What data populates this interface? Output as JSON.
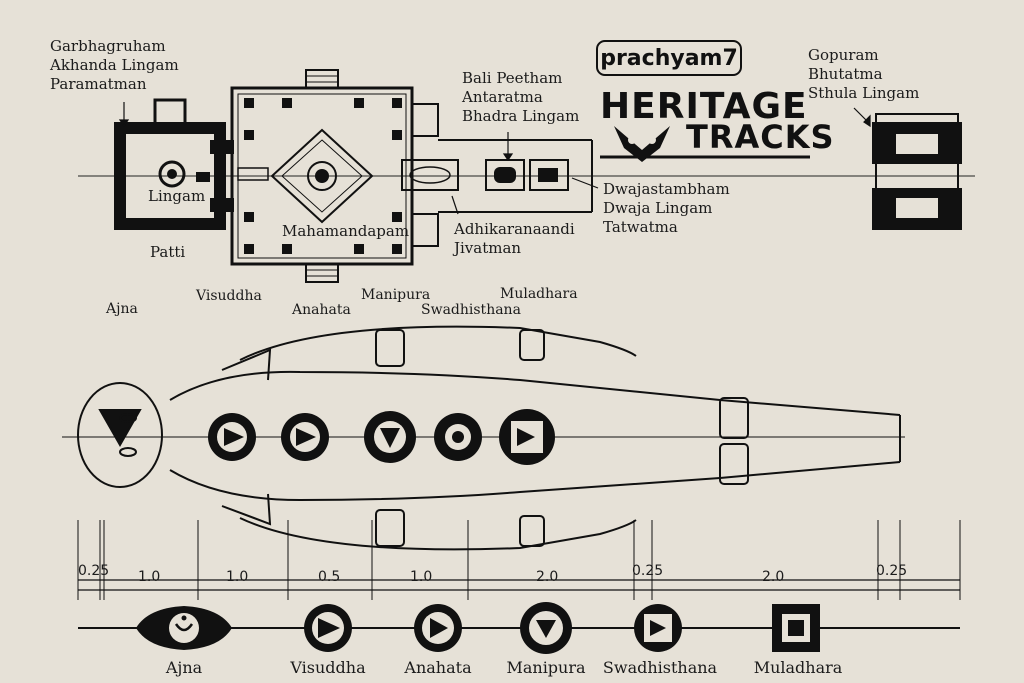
{
  "logo": {
    "handle": "prachyam7",
    "brand_line1": "HERITAGE",
    "brand_line2": "TRACKS"
  },
  "temple_labels": {
    "garbhagriha": [
      "Garbhagruham",
      "Akhanda Lingam",
      "Paramatman"
    ],
    "lingam": "Lingam",
    "patti": "Patti",
    "mahamandapam": "Mahamandapam",
    "bali": [
      "Bali Peetham",
      "Antaratma",
      "Bhadra Lingam"
    ],
    "adhikara": [
      "Adhikaranaandi",
      "Jivatman"
    ],
    "dwaja": [
      "Dwajastambham",
      "Dwaja Lingam",
      "Tatwatma"
    ],
    "gopuram": [
      "Gopuram",
      "Bhutatma",
      "Sthula Lingam"
    ]
  },
  "body_chakra_labels": [
    "Ajna",
    "Visuddha",
    "Anahata",
    "Manipura",
    "Swadhisthana",
    "Muladhara"
  ],
  "scale": {
    "segments": [
      "0.25",
      "1.0",
      "1.0",
      "0.5",
      "1.0",
      "2.0",
      "0.25",
      "2.0",
      "0.25"
    ]
  },
  "bottom_chakras": [
    "Ajna",
    "Visuddha",
    "Anahata",
    "Manipura",
    "Swadhisthana",
    "Muladhara"
  ],
  "colors": {
    "paper": "#e6e1d7",
    "ink": "#111111"
  }
}
